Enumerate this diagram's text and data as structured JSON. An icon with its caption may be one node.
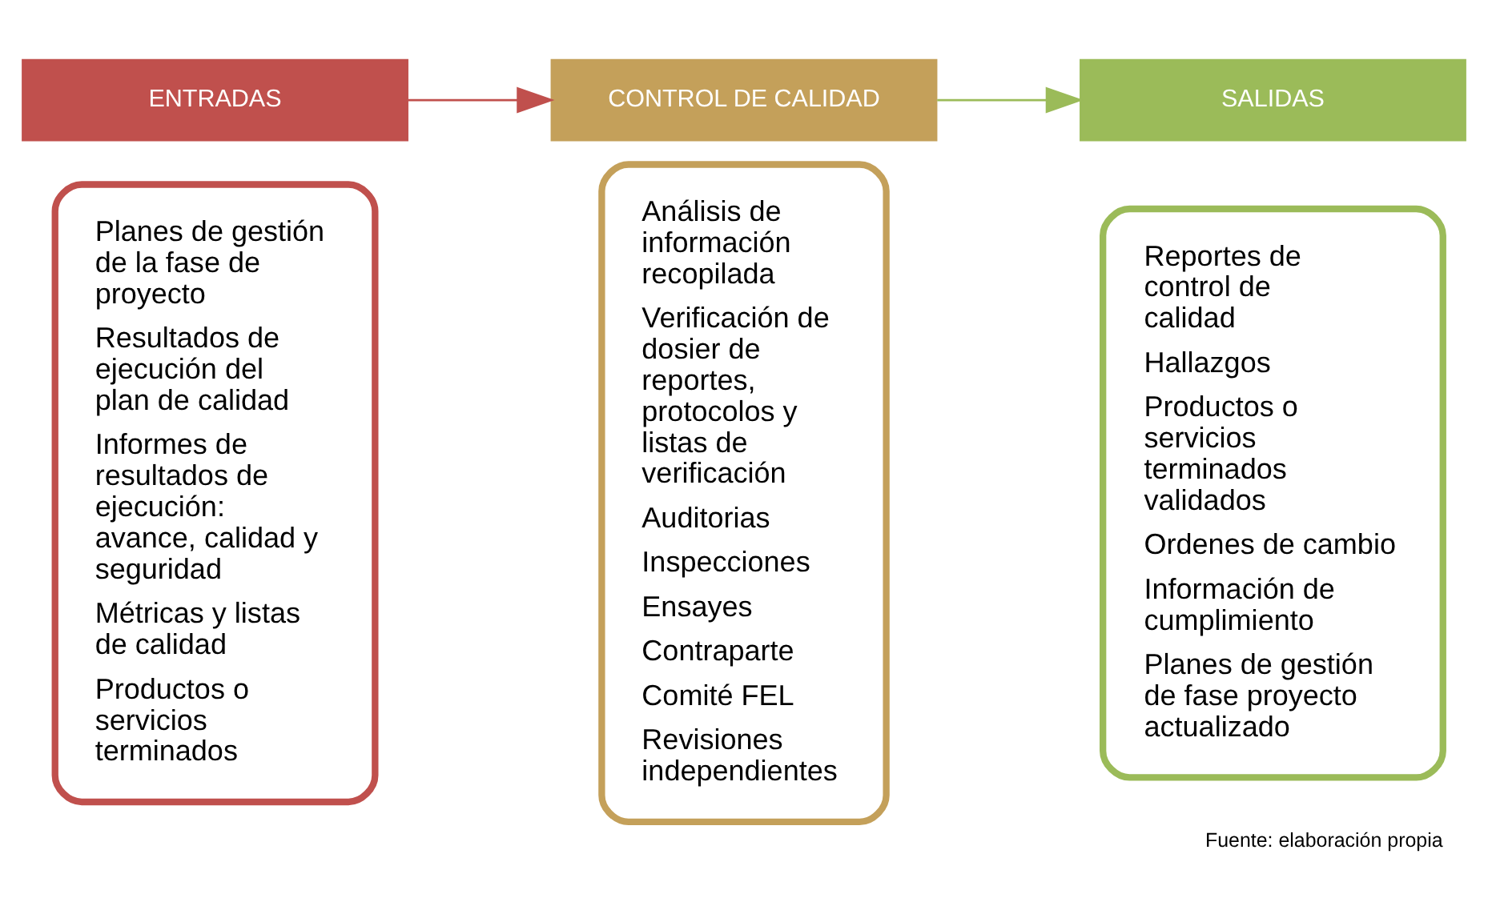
{
  "diagram": {
    "caption": "Fuente: elaboración propia",
    "nodes": [
      {
        "text": [
          "ENTRADAS"
        ]
      },
      {
        "text": [
          "Planes de gestión de la fase de proyecto",
          "Resultados de ejecución del plan de calidad",
          "Informes de resultados de ejecución: avance, calidad y seguridad",
          "Métricas y listas de calidad",
          "Productos o servicios terminados"
        ]
      },
      {
        "text": [
          "CONTROL DE CALIDAD"
        ]
      },
      {
        "text": [
          "Análisis de información recopilada",
          "Verificación de dosier de reportes, protocolos y listas de verificación",
          "Auditorias",
          "Inspecciones",
          "Ensayes",
          "Contraparte",
          "Comité FEL",
          "Revisiones independientes"
        ]
      },
      {
        "text": [
          "SALIDAS"
        ]
      },
      {
        "text": [
          "Reportes de control de calidad",
          "Hallazgos",
          "Productos o servicios terminados validados",
          "Ordenes de cambio",
          "Información de cumplimiento",
          "Planes de gestión de fase proyecto actualizado"
        ]
      }
    ],
    "edges": [
      {
        "from": 0,
        "to": 2,
        "arrow": "to",
        "color": "#c0504d"
      },
      {
        "from": 2,
        "to": 4,
        "arrow": "to",
        "color": "#9bbb59"
      }
    ]
  }
}
